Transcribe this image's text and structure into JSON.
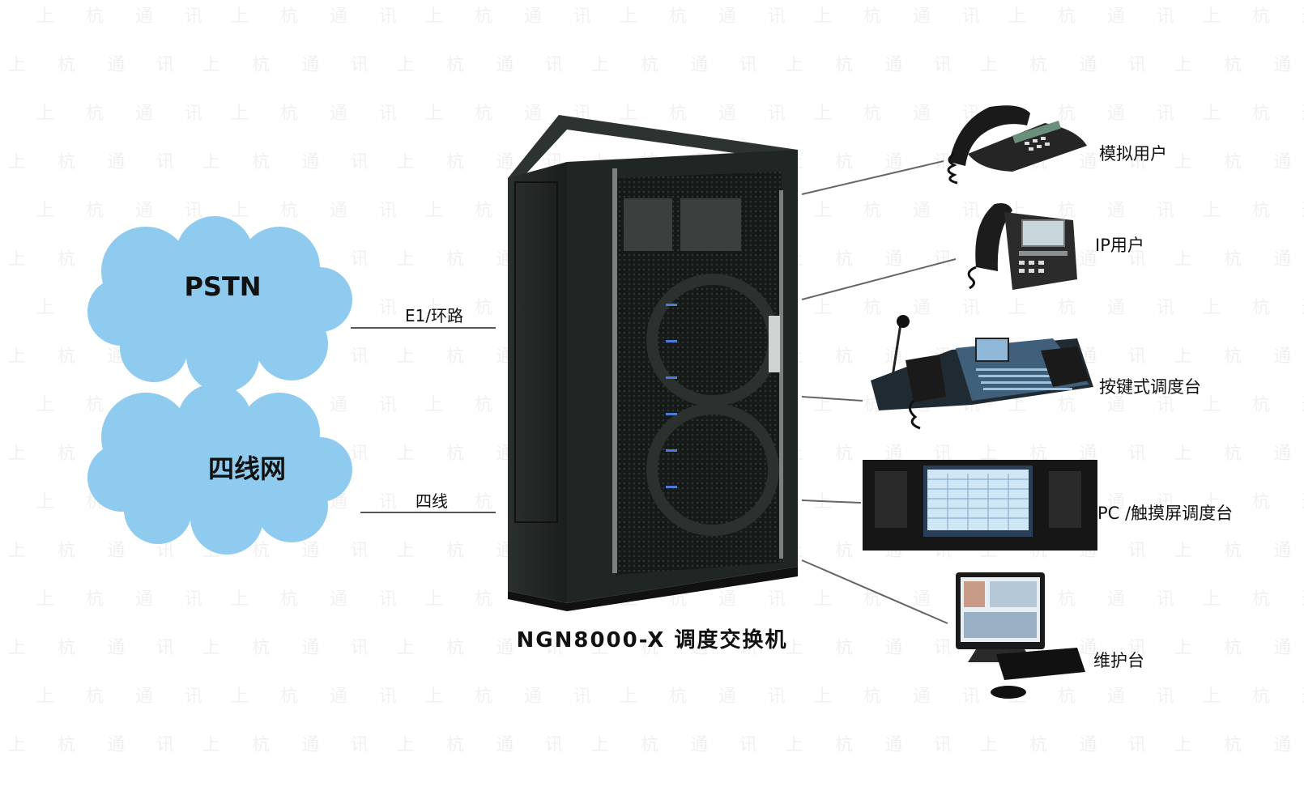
{
  "watermark": {
    "logo_label": "上杭",
    "text": "上 杭 通 讯"
  },
  "clouds": [
    {
      "id": "pstn",
      "label": "PSTN",
      "color": "#8ecbee"
    },
    {
      "id": "four-wire",
      "label": "四线网",
      "color": "#8ecbee"
    }
  ],
  "links": [
    {
      "id": "e1",
      "label": "E1/环路"
    },
    {
      "id": "four-wire",
      "label": "四线"
    }
  ],
  "switch": {
    "label": "NGN8000-X 调度交换机"
  },
  "devices": [
    {
      "id": "analog-user",
      "label": "模拟用户"
    },
    {
      "id": "ip-user",
      "label": "IP用户"
    },
    {
      "id": "key-console",
      "label": "按键式调度台"
    },
    {
      "id": "touch-console",
      "label": "PC /触摸屏调度台"
    },
    {
      "id": "maintenance",
      "label": "维护台"
    }
  ],
  "colors": {
    "cabinet": "#1e2321",
    "line": "#555555",
    "cloud": "#8ecbee",
    "screen": "#cfe6f5"
  }
}
